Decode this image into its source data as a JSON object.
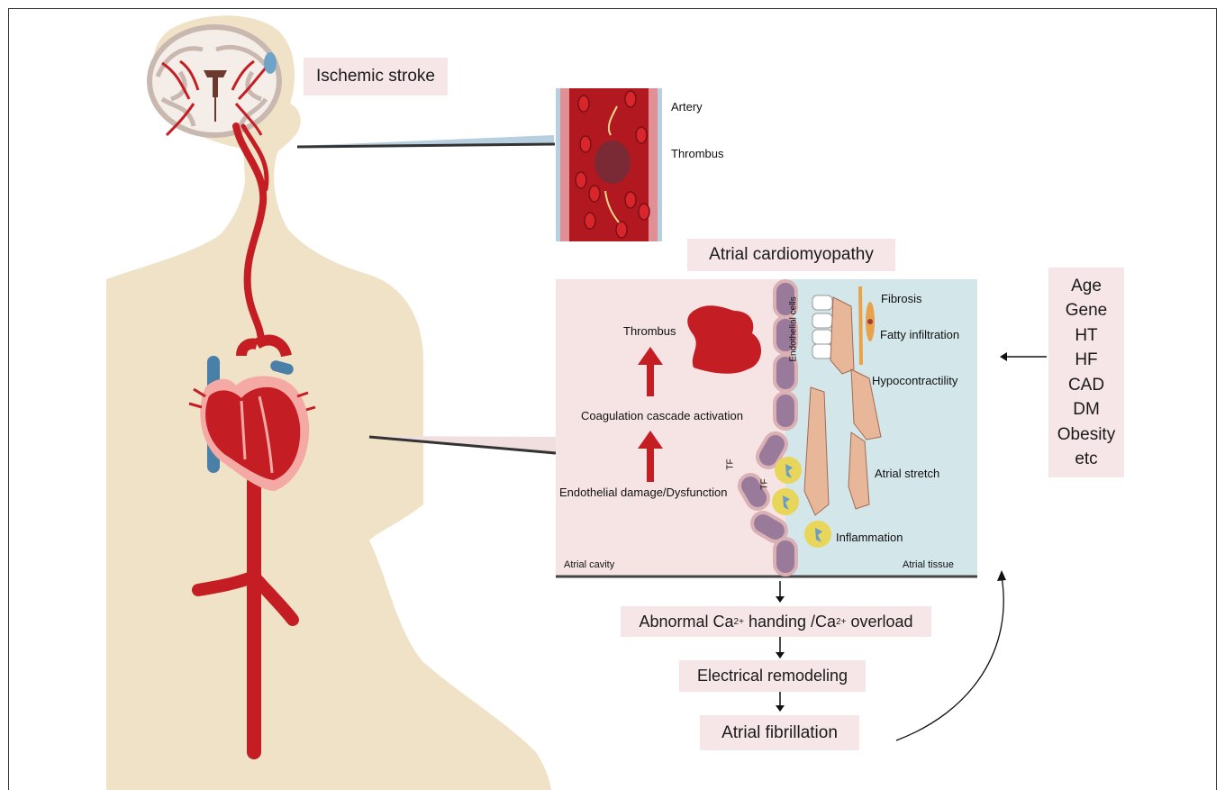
{
  "labels": {
    "ischemic_stroke": "Ischemic stroke",
    "artery": "Artery",
    "thrombus_artery": "Thrombus",
    "atrial_cardiomyopathy": "Atrial cardiomyopathy",
    "thrombus_cavity": "Thrombus",
    "coagulation": "Coagulation cascade activation",
    "endothelial_damage": "Endothelial damage/Dysfunction",
    "tf_1": "TF",
    "tf_2": "TF",
    "endothelial_cells": "Endothelial cells",
    "fibrosis": "Fibrosis",
    "fatty_infiltration": "Fatty infiltration",
    "hypocontractility": "Hypocontractility",
    "atrial_stretch": "Atrial stretch",
    "inflammation": "Inflammation",
    "atrial_cavity": "Atrial cavity",
    "atrial_tissue": "Atrial tissue",
    "abnormal_ca_prefix": "Abnormal Ca",
    "abnormal_ca_sup1": "2+",
    "abnormal_ca_mid": " handing /Ca",
    "abnormal_ca_sup2": "2+",
    "abnormal_ca_suffix": " overload",
    "electrical_remodeling": "Electrical remodeling",
    "atrial_fibrillation": "Atrial fibrillation"
  },
  "risk_factors": [
    "Age",
    "Gene",
    "HT",
    "HF",
    "CAD",
    "DM",
    "Obesity",
    "etc"
  ],
  "colors": {
    "skin": "#efe2c6",
    "label_box": "#f7e6e7",
    "tissue_panel": "#d3e6ea",
    "cavity_panel": "#f6e4e5",
    "blood_red": "#c41e24",
    "vein_blue": "#4a7fa8"
  }
}
